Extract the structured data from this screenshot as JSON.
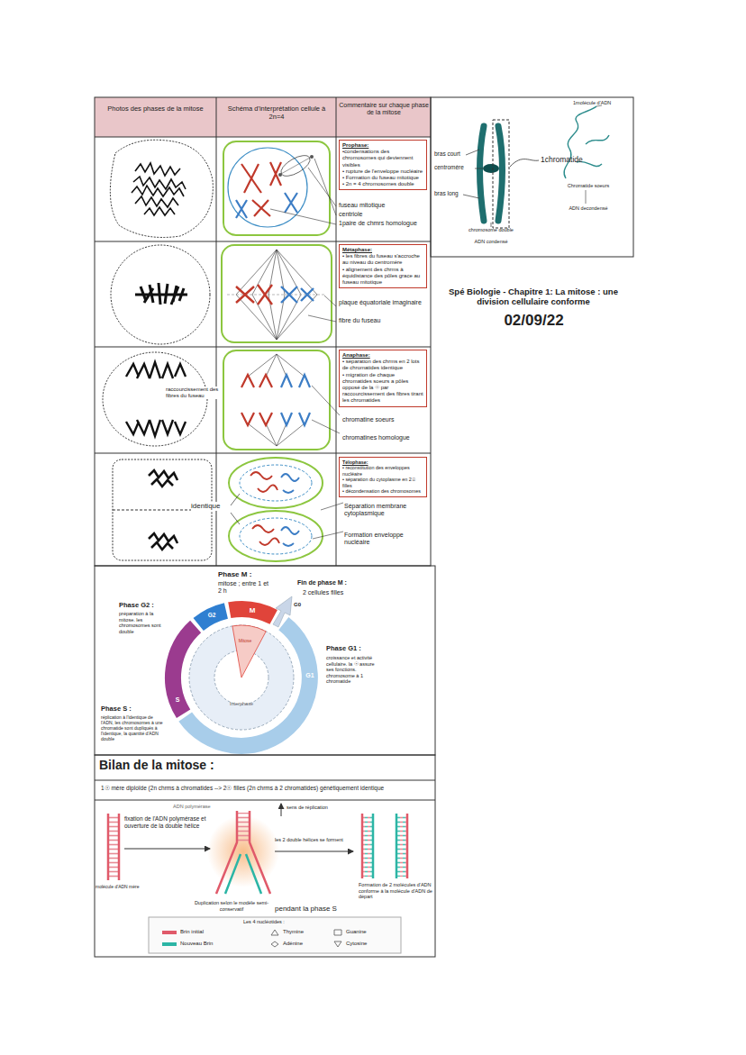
{
  "diagram": {
    "title": "Spé Biologie - Chapitre 1: La mitose : une division cellulaire conforme",
    "nodes": [
      {
        "text": [
          "Prophase:",
          "•condensations des chromosomes qui deviennent visibles",
          "• rupture de l'enveloppe nucléaire",
          "• Formation du fuseau mitotique",
          "• 2n = 4 chromosomes double"
        ]
      },
      {
        "text": [
          "Métaphase:",
          "• les fibres du fuseau s'accroche au niveau du centromère",
          "• alignement des chrms à équidistance des pôles grace au fuseau mitotique"
        ]
      },
      {
        "text": [
          "Anaphase:",
          "• séparation des chrms en 2 lots de chromatides identique",
          "• migration de chaque chromatides soeurs a pôles opposé de la ☉ par raccourcissement des fibres tirant les chromatides"
        ]
      },
      {
        "text": [
          "Télophase:",
          "• reconstitution des enveloppes nucléaire",
          "• séparation du cytoplasme en 2☉ filles",
          "• décondensation des chromosomes"
        ]
      }
    ],
    "labels": [
      "Photos des phases de la mitose",
      "Schéma d'interprétation cellule à 2n=4",
      "Commentaire sur chaque phase de la mitose",
      "1molécule d'ADN",
      "bras court",
      "centromère",
      "bras long",
      "1chromatide",
      "Chromatide soeurs",
      "ADN decondensé",
      "chromosome double",
      "ADN condensé",
      "fuseau mitotique",
      "centriole",
      "1paire de chmrs homologue",
      "02/09/22",
      "plaque équatoriale imaginaire",
      "fibre du fuseau",
      "raccourcissement des fibres du fuseau",
      "chromatine soeurs",
      "chromatines homologue",
      "identique",
      "Séparation membrane cytoplasmique",
      "Formation enveloppe nucléaire",
      "Phase M :",
      "mitose ; entre 1 et 2 h",
      "Fin de phase M :",
      "2 cellules filles",
      "Phase G2 :",
      "préparation à la mitose. les chromosomes sont double",
      "M",
      "G2",
      "G0",
      "Mitose",
      "Phase G1 :",
      "croissance et activité cellulaire. la ☉ assure ses fonctions. chromosome à 1 chromatide",
      "G1",
      "Phase S :",
      "réplication à l'identique de l'ADN, les chromosomes à une chromatide sont dupliqués à l'identique, la quantité d'ADN double",
      "S",
      "Interphase",
      "Bilan de la mitose :",
      "1☉ mère diploïde (2n chrms à chromatides --> 2☉ filles (2n chrms à 2 chromatides) génétiquement identique",
      "ADN polymérase",
      "sens de réplication",
      "fixation de l'ADN polymérase et ouverture de la double hélice",
      "les 2 double hélices se forment",
      "molécule d'ADN mère",
      "Duplication selon le modèle semi-conservatif",
      "Formation de 2 molécules d'ADN conforme à la molécule d'ADN de départ",
      "pendant la phase S",
      "Les 4 nucléotides :"
    ],
    "legend": [
      {
        "text": "Brin initial",
        "color": "#e05a6a"
      },
      {
        "text": "Nouveau Brin",
        "color": "#2bb5a5"
      },
      {
        "text": "Thymine"
      },
      {
        "text": "Guanine"
      },
      {
        "text": "Adénine"
      },
      {
        "text": "Cytosine"
      }
    ]
  }
}
